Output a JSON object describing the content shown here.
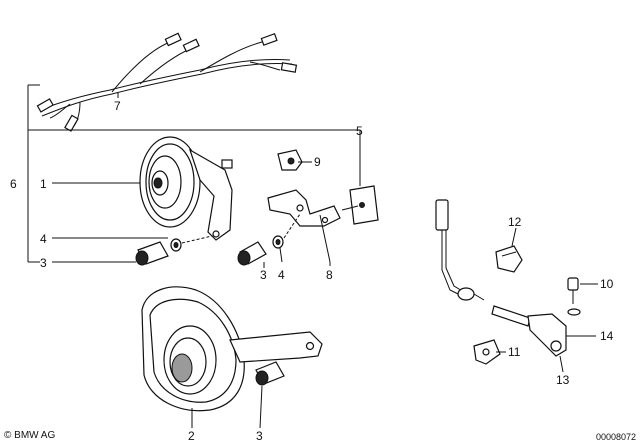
{
  "callouts": {
    "c1": "1",
    "c2": "2",
    "c3a": "3",
    "c3b": "3",
    "c3c": "3",
    "c4a": "4",
    "c4b": "4",
    "c5": "5",
    "c6": "6",
    "c7": "7",
    "c8": "8",
    "c9": "9",
    "c10": "10",
    "c11": "11",
    "c12": "12",
    "c13": "13",
    "c14": "14"
  },
  "footer": {
    "copyright": "© BMW AG",
    "doc_number": "00008072"
  }
}
